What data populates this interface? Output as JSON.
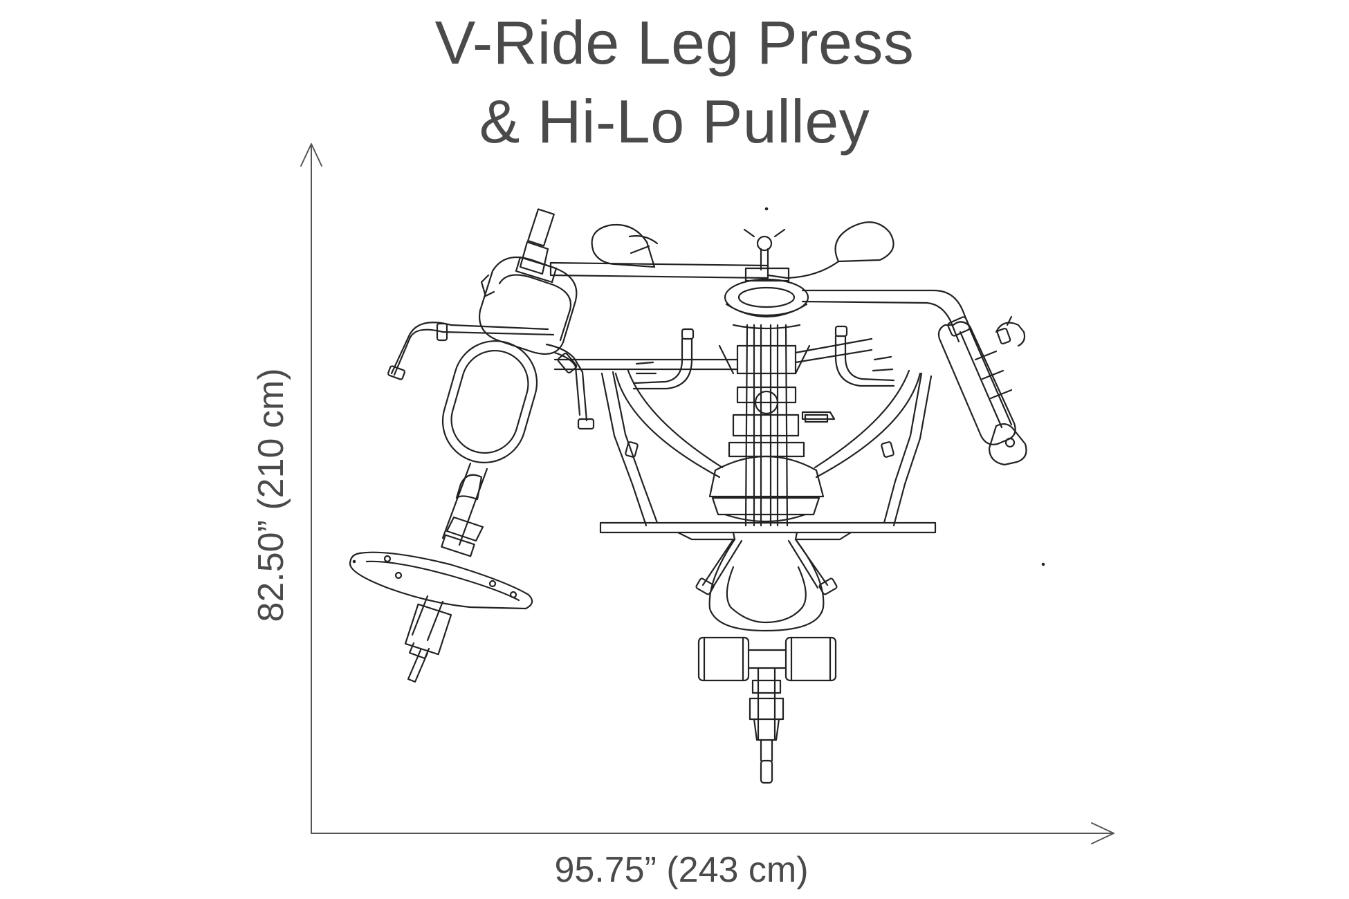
{
  "title": {
    "line1": "V-Ride Leg Press",
    "line2": "& Hi-Lo Pulley"
  },
  "dimensions": {
    "width": "95.75” (243 cm)",
    "height": "82.50” (210 cm)"
  },
  "colors": {
    "text": "#4a4a4a",
    "line": "#222222",
    "background": "#ffffff"
  }
}
